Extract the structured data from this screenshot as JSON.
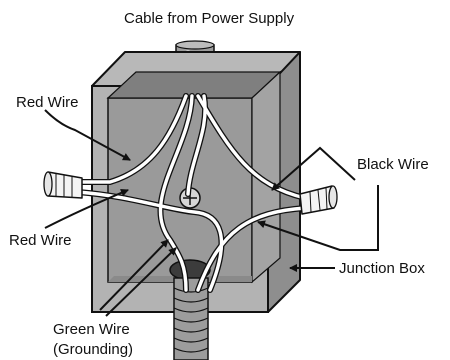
{
  "labels": {
    "cable_from_power_supply": "Cable from Power Supply",
    "red_wire_top": "Red Wire",
    "red_wire_bottom": "Red Wire",
    "black_wire": "Black Wire",
    "junction_box": "Junction Box",
    "green_wire_line1": "Green Wire",
    "green_wire_line2": "(Grounding)"
  },
  "colors": {
    "box_fill": "#a7a7a7",
    "box_front": "#b3b3b3",
    "box_inner": "#9a9a9a",
    "box_inner_dark": "#8a8a8a",
    "wire_fill": "#ffffff",
    "outline": "#111111",
    "conduit": "#9c9c9c"
  }
}
